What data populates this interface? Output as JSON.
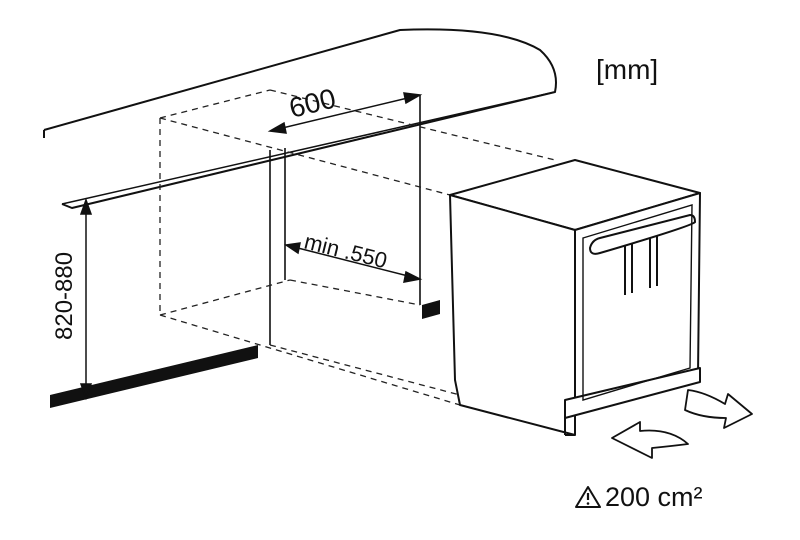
{
  "units_label": "[mm]",
  "dimensions": {
    "width": "600",
    "depth": "min .550",
    "height": "820-880"
  },
  "ventilation": {
    "icon": "warning-triangle-icon",
    "value": "200 cm²"
  }
}
